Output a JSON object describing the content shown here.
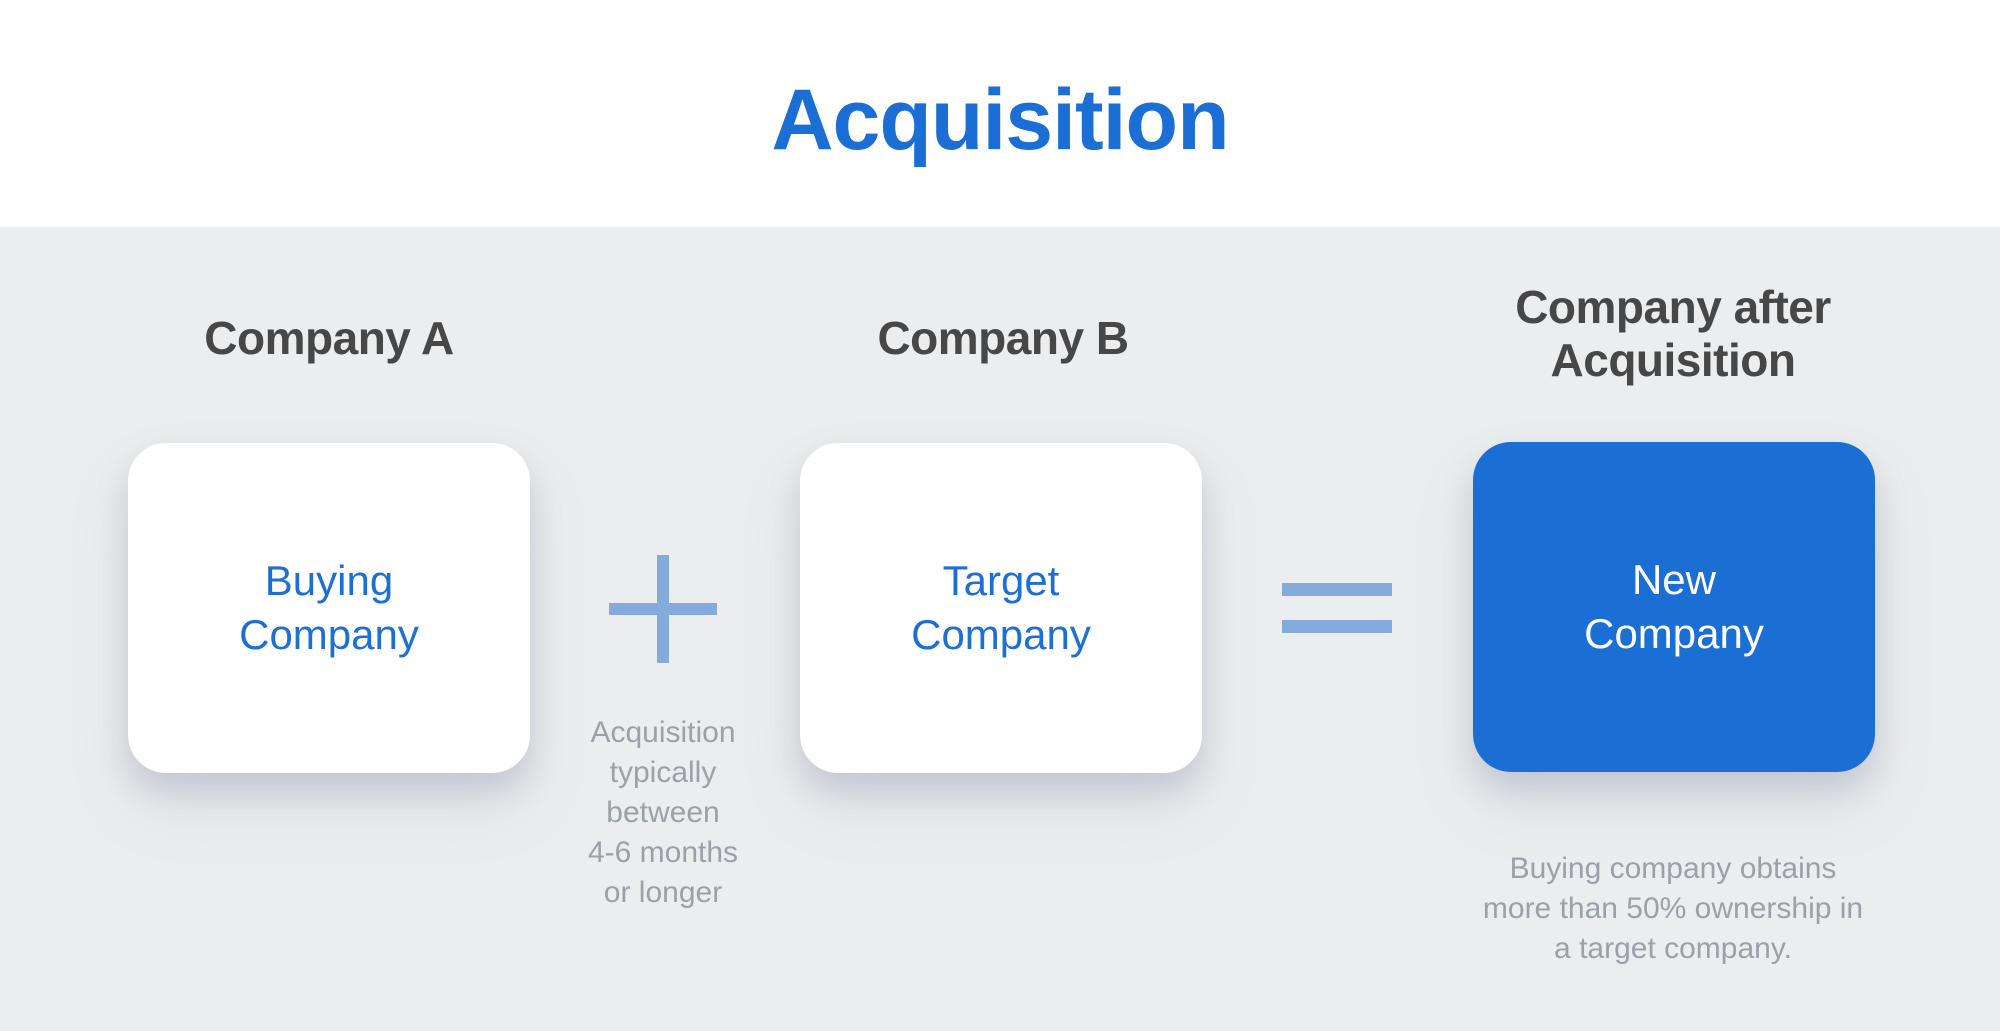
{
  "title": "Acquisition",
  "colors": {
    "accent_blue": "#1B6FD4",
    "operator_light_blue": "#85ABDC",
    "heading_gray": "#474747",
    "caption_gray": "#9AA1AB",
    "board_background": "#ECEDEE",
    "card_white": "#FFFFFF"
  },
  "columns": [
    {
      "heading": "Company A",
      "card_label": "Buying\nCompany",
      "card_style": "white"
    },
    {
      "heading": "Company B",
      "card_label": "Target\nCompany",
      "card_style": "white"
    },
    {
      "heading": "Company after\nAcquisition",
      "card_label": "New\nCompany",
      "card_style": "blue"
    }
  ],
  "operators": {
    "plus": "+",
    "equals": "="
  },
  "captions": {
    "plus_note": "Acquisition\ntypically\nbetween\n4-6 months\nor longer",
    "result_note": "Buying company obtains\nmore than 50% ownership in\na target company."
  }
}
